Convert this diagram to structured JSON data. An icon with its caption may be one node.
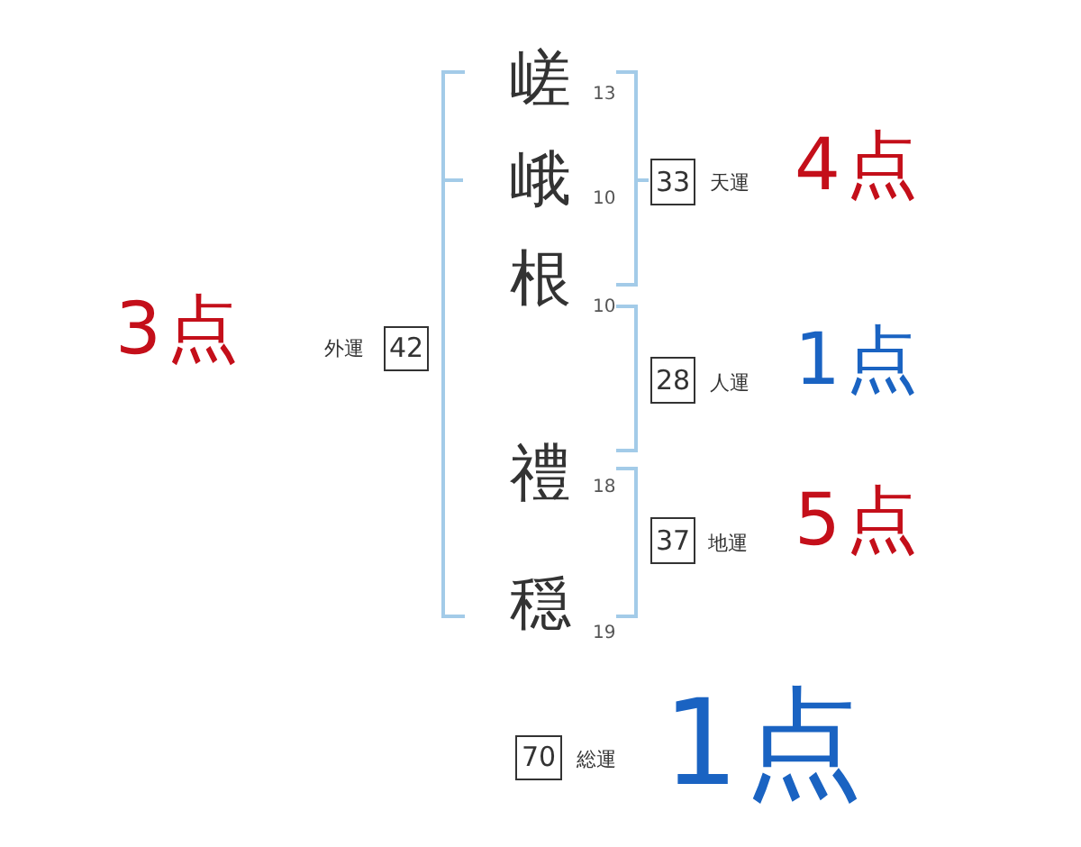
{
  "diagram": {
    "nodes": [
      {
        "text": [
          "33"
        ],
        "beside": [
          "天運",
          "4点"
        ]
      },
      {
        "text": [
          "42"
        ],
        "beside": [
          "外運",
          "3点"
        ]
      },
      {
        "text": [
          "28"
        ],
        "beside": [
          "人運",
          "1点"
        ]
      },
      {
        "text": [
          "37"
        ],
        "beside": [
          "地運",
          "5点"
        ]
      },
      {
        "text": [
          "70"
        ],
        "beside": [
          "総運",
          "1点"
        ]
      }
    ],
    "labels": [
      "嵯",
      "13",
      "峨",
      "10",
      "根",
      "10",
      "禮",
      "18",
      "穏",
      "19"
    ]
  }
}
